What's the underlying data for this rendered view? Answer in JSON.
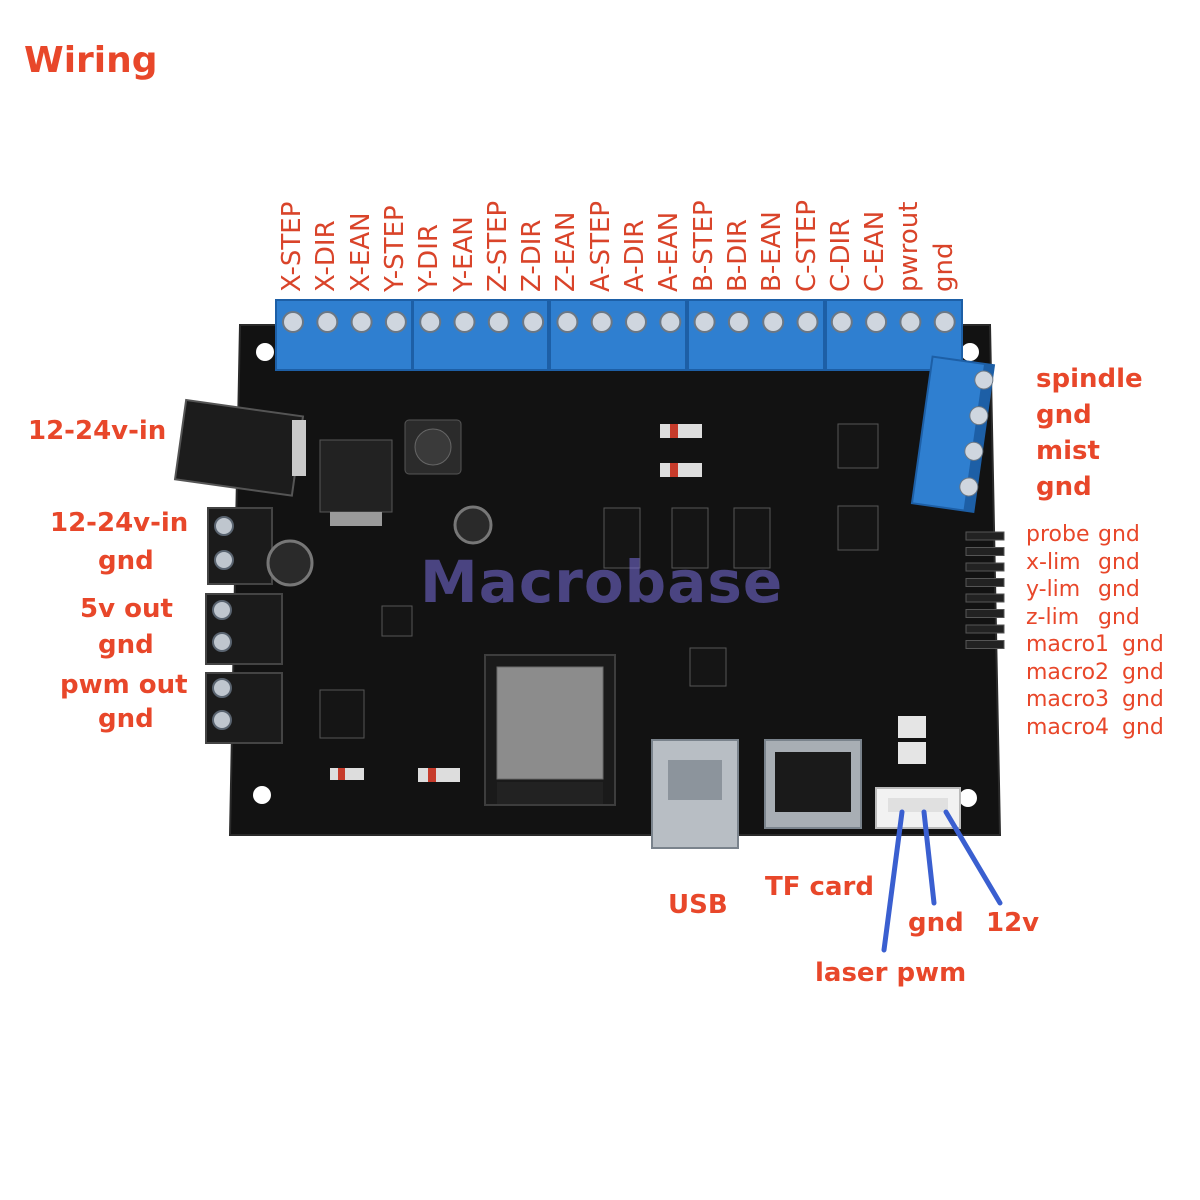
{
  "title": "Wiring",
  "watermark": "Macrobase",
  "top_terminals": [
    "X-STEP",
    "X-DIR",
    "X-EAN",
    "Y-STEP",
    "Y-DIR",
    "Y-EAN",
    "Z-STEP",
    "Z-DIR",
    "Z-EAN",
    "A-STEP",
    "A-DIR",
    "A-EAN",
    "B-STEP",
    "B-DIR",
    "B-EAN",
    "C-STEP",
    "C-DIR",
    "C-EAN",
    "pwrout",
    "gnd"
  ],
  "right_terminals": [
    "spindle",
    "gnd",
    "mist",
    "gnd"
  ],
  "right_header_rows": [
    {
      "signal": "probe",
      "ground": "gnd"
    },
    {
      "signal": "x-lim",
      "ground": "gnd"
    },
    {
      "signal": "y-lim",
      "ground": "gnd"
    },
    {
      "signal": "z-lim",
      "ground": "gnd"
    },
    {
      "signal": "macro1",
      "ground": "gnd"
    },
    {
      "signal": "macro2",
      "ground": "gnd"
    },
    {
      "signal": "macro3",
      "ground": "gnd"
    },
    {
      "signal": "macro4",
      "ground": "gnd"
    }
  ],
  "left_labels": {
    "dc_jack": "12-24v-in",
    "power_in": "12-24v-in",
    "power_in_gnd": "gnd",
    "five_v_out": "5v out",
    "five_v_gnd": "gnd",
    "pwm_out": "pwm out",
    "pwm_gnd": "gnd"
  },
  "bottom_labels": {
    "usb": "USB",
    "tf_card": "TF card",
    "gnd": "gnd",
    "twelve_v": "12v",
    "laser_pwm": "laser pwm"
  },
  "colors": {
    "label": "#e8472a",
    "terminal_blue": "#2f7fd0",
    "pcb": "#121212",
    "wire_blue": "#3a5fd0"
  }
}
